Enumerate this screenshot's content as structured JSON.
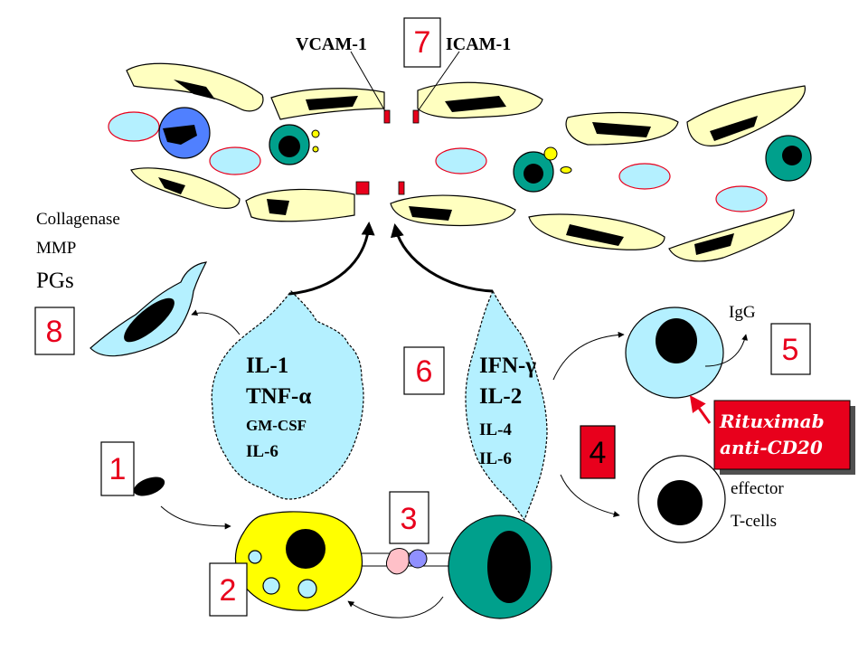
{
  "labels": {
    "vcam": "VCAM-1",
    "icam": "ICAM-1",
    "collagenase": "Collagenase",
    "mmp": "MMP",
    "pgs": "PGs",
    "igg": "IgG",
    "effector": "effector",
    "tcells": "T-cells",
    "rituximab_line1": "Rituximab",
    "rituximab_line2": "anti-CD20"
  },
  "left_cytokines": [
    "IL-1",
    "TNF-α",
    "GM-CSF",
    "IL-6"
  ],
  "right_cytokines": [
    "IFN-γ",
    "IL-2",
    "IL-4",
    "IL-6"
  ],
  "step_numbers": {
    "n1": "1",
    "n2": "2",
    "n3": "3",
    "n4": "4",
    "n5": "5",
    "n6": "6",
    "n7": "7",
    "n8": "8"
  },
  "colors": {
    "endothelium": "#ffffc0",
    "cytokine_cell": "#b4f0ff",
    "t_cell": "#00a08c",
    "apc": "#ffff00",
    "accent_red": "#e8001c",
    "blue_cell": "#5080ff"
  }
}
